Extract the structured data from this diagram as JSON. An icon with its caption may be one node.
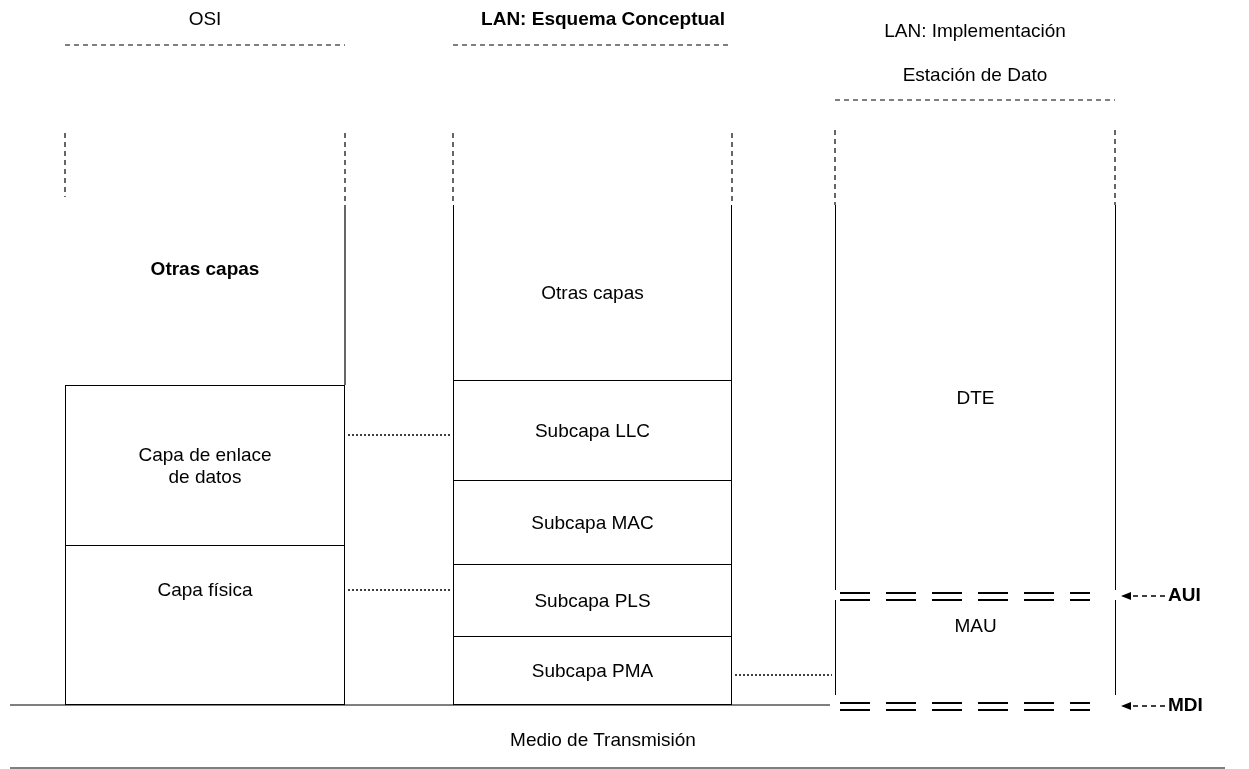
{
  "diagram": {
    "nodes": [
      {
        "text": [
          "Capa de enlace de datos"
        ]
      },
      {
        "text": [
          "Capa física"
        ]
      },
      {
        "text": [
          "Otras capas"
        ]
      },
      {
        "text": [
          "Subcapa LLC"
        ]
      },
      {
        "text": [
          "Subcapa MAC"
        ]
      },
      {
        "text": [
          "Subcapa PLS"
        ]
      },
      {
        "text": [
          "Subcapa PMA"
        ]
      },
      {
        "text": [
          "DTE"
        ]
      },
      {
        "text": [
          "MAU"
        ]
      },
      {
        "text": [
          "AUI"
        ]
      },
      {
        "text": [
          "MDI"
        ]
      }
    ],
    "edges": [
      {
        "from": 0,
        "to": 3,
        "arrow": "none",
        "style": "dashed"
      },
      {
        "from": 1,
        "to": 5,
        "arrow": "none",
        "style": "dashed"
      },
      {
        "from": 6,
        "to": 8,
        "arrow": "none",
        "style": "dashed"
      },
      {
        "from": 9,
        "to": 8,
        "arrow": "to",
        "style": "dashed"
      },
      {
        "from": 10,
        "to": 8,
        "arrow": "to",
        "style": "dashed"
      }
    ],
    "labels": [
      "OSI",
      "LAN: Esquema Conceptual",
      "LAN: Implementación",
      "Estación de Dato",
      "Otras capas",
      "Medio de Transmisión"
    ]
  }
}
